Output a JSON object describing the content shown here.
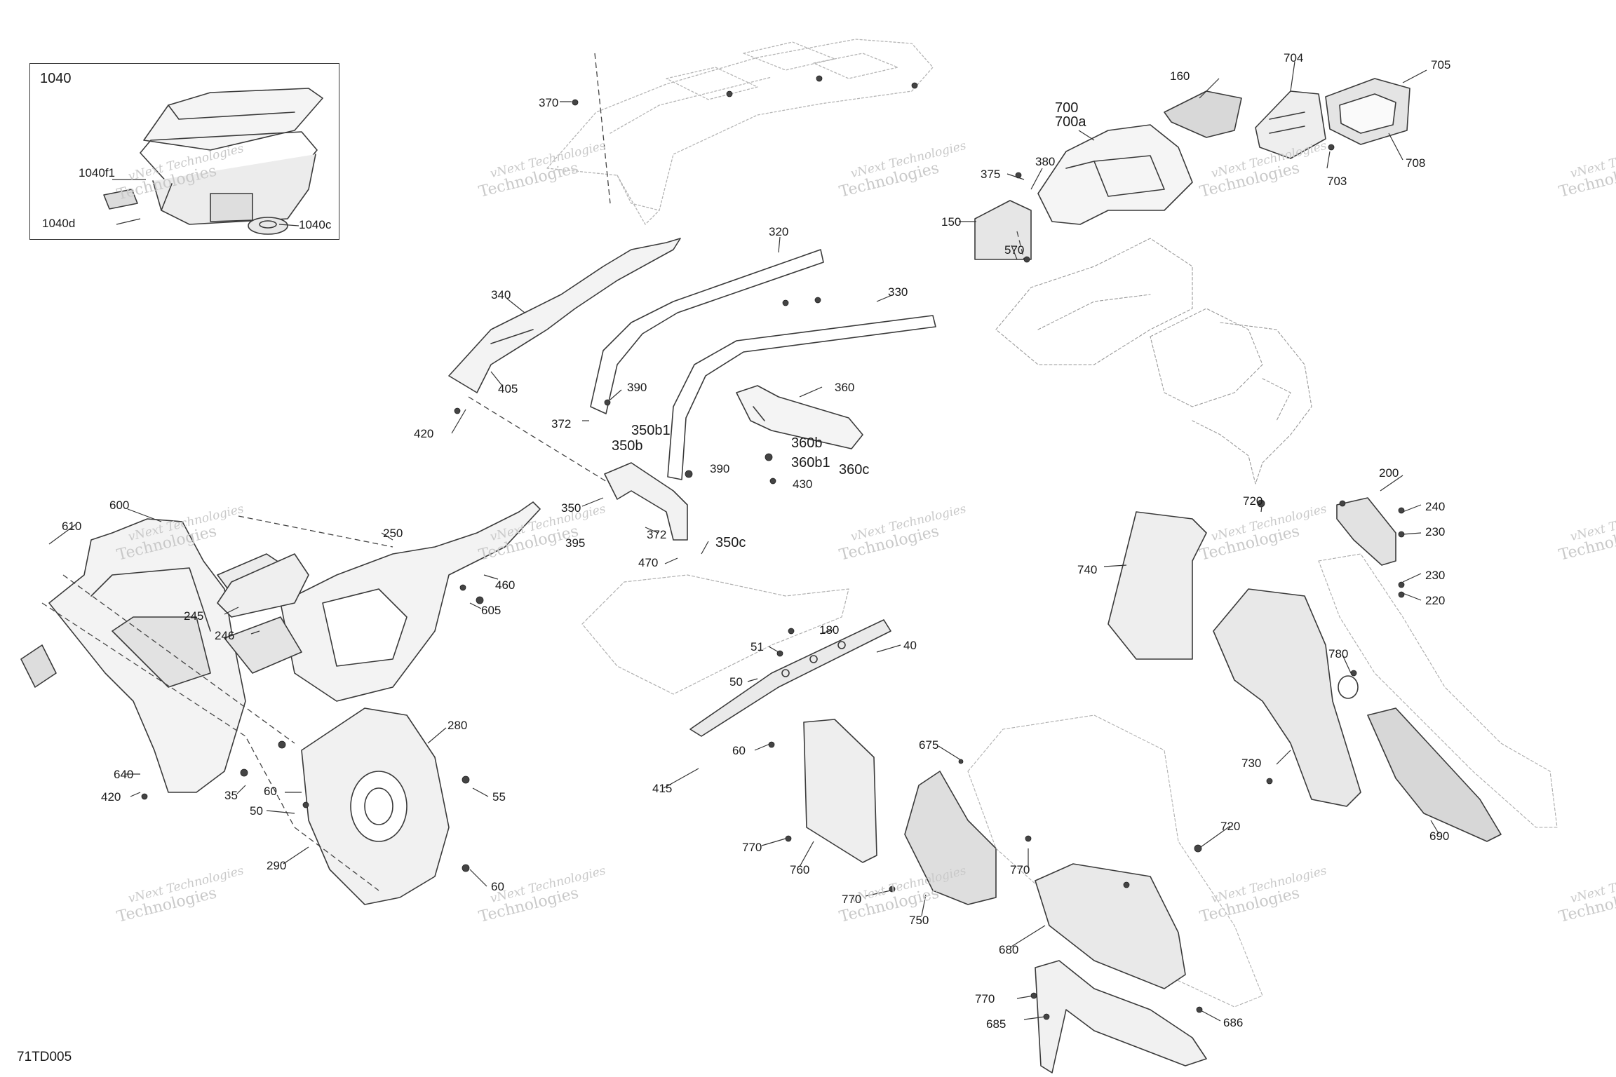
{
  "diagram": {
    "figure_id": "71TD005",
    "inset": {
      "title": "1040",
      "callouts": [
        "1040f1",
        "1040d",
        "1040c"
      ]
    },
    "watermark": {
      "line1": "vNext Technologies",
      "line2": "Technologies"
    },
    "callouts": {
      "c370": "370",
      "c160": "160",
      "c704": "704",
      "c705": "705",
      "c700": "700",
      "c700a": "700a",
      "c375": "375",
      "c380": "380",
      "c703": "703",
      "c708": "708",
      "c150": "150",
      "c570": "570",
      "c320": "320",
      "c340": "340",
      "c330": "330",
      "c405": "405",
      "c390a": "390",
      "c360": "360",
      "c372a": "372",
      "c420a": "420",
      "c350b1": "350b1",
      "c350b": "350b",
      "c360b": "360b",
      "c390b": "390",
      "c360b1": "360b1",
      "c360c": "360c",
      "c430": "430",
      "c600": "600",
      "c610": "610",
      "c250": "250",
      "c350": "350",
      "c395": "395",
      "c372b": "372",
      "c350c": "350c",
      "c470": "470",
      "c460": "460",
      "c605": "605",
      "c245": "245",
      "c246": "246",
      "c200": "200",
      "c720a": "720",
      "c240": "240",
      "c230a": "230",
      "c740": "740",
      "c230b": "230",
      "c220": "220",
      "c180": "180",
      "c40": "40",
      "c51": "51",
      "c50a": "50",
      "c60a": "60",
      "c415": "415",
      "c280": "280",
      "c640": "640",
      "c420b": "420",
      "c35": "35",
      "c60b": "60",
      "c55": "55",
      "c50b": "50",
      "c290": "290",
      "c60c": "60",
      "c780": "780",
      "c730": "730",
      "c690": "690",
      "c675": "675",
      "c720b": "720",
      "c770a": "770",
      "c760": "760",
      "c770b": "770",
      "c770c": "770",
      "c750": "750",
      "c680": "680",
      "c770d": "770",
      "c685": "685",
      "c686": "686"
    }
  }
}
